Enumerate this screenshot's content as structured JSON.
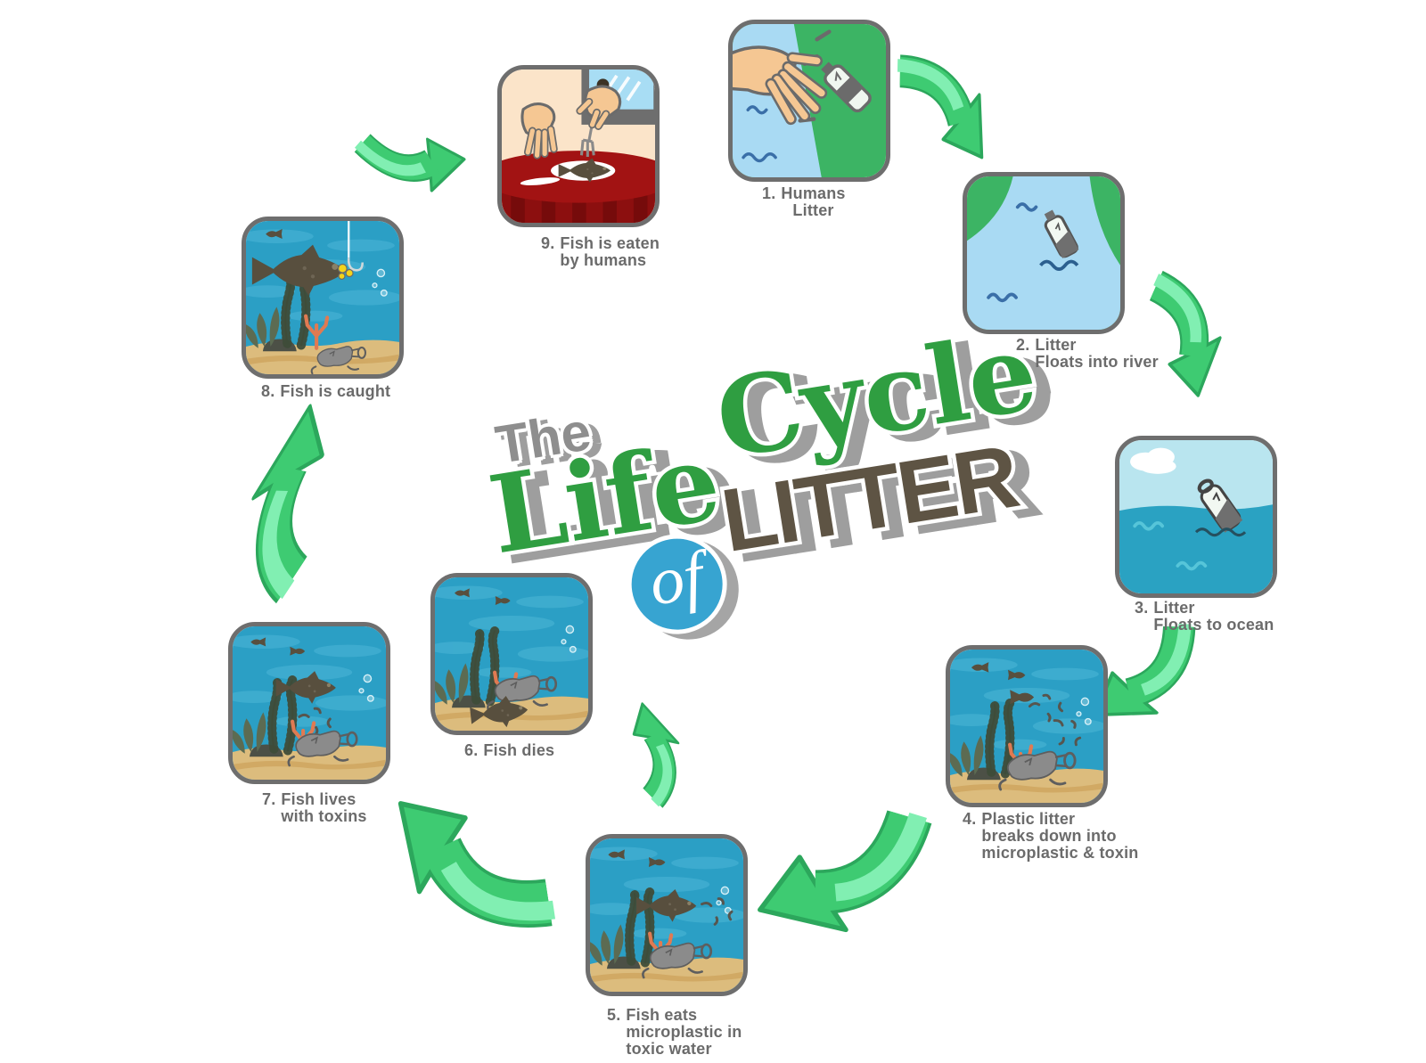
{
  "title": {
    "the": "The",
    "life": "Life",
    "cycle": "Cycle",
    "of": "of",
    "litter": "LITTER"
  },
  "steps": [
    {
      "number": "1.",
      "lines": [
        "Humans",
        "Litter"
      ]
    },
    {
      "number": "2.",
      "lines": [
        "Litter",
        "Floats into river"
      ]
    },
    {
      "number": "3.",
      "lines": [
        "Litter",
        "Floats to ocean"
      ]
    },
    {
      "number": "4.",
      "lines": [
        "Plastic litter",
        "breaks down into",
        "microplastic & toxin"
      ]
    },
    {
      "number": "5.",
      "lines": [
        "Fish eats",
        "microplastic in",
        "toxic water"
      ]
    },
    {
      "number": "6.",
      "lines": [
        "Fish dies"
      ]
    },
    {
      "number": "7.",
      "lines": [
        "Fish lives",
        "with toxins"
      ]
    },
    {
      "number": "8.",
      "lines": [
        "Fish is caught"
      ]
    },
    {
      "number": "9.",
      "lines": [
        "Fish is eaten",
        "by humans"
      ]
    }
  ],
  "colors": {
    "arrow_green": "#3ecb72",
    "arrow_highlight": "#81efb2",
    "arrow_outline": "#2ca75c",
    "title_green": "#2f9e41",
    "title_brown": "#5e5444",
    "title_gray": "#8e8e8e",
    "of_circle_blue": "#37a4d1",
    "caption_gray": "#6b6b6b",
    "panel_border_gray": "#6e6e6e",
    "water_blue": "#2b9fc5",
    "sand_tan": "#dcbc7d",
    "land_green": "#3cb464",
    "river_light_blue": "#a9daf3",
    "ocean_teal": "#2aa2c2",
    "sky_light": "#b9e5ef",
    "skin_tan": "#f5c793",
    "table_red": "#a21313",
    "wall_cream": "#fbe4c9",
    "coral_orange": "#e07a52",
    "fish_brown": "#584f3e",
    "bait_yellow": "#f4d41c"
  }
}
